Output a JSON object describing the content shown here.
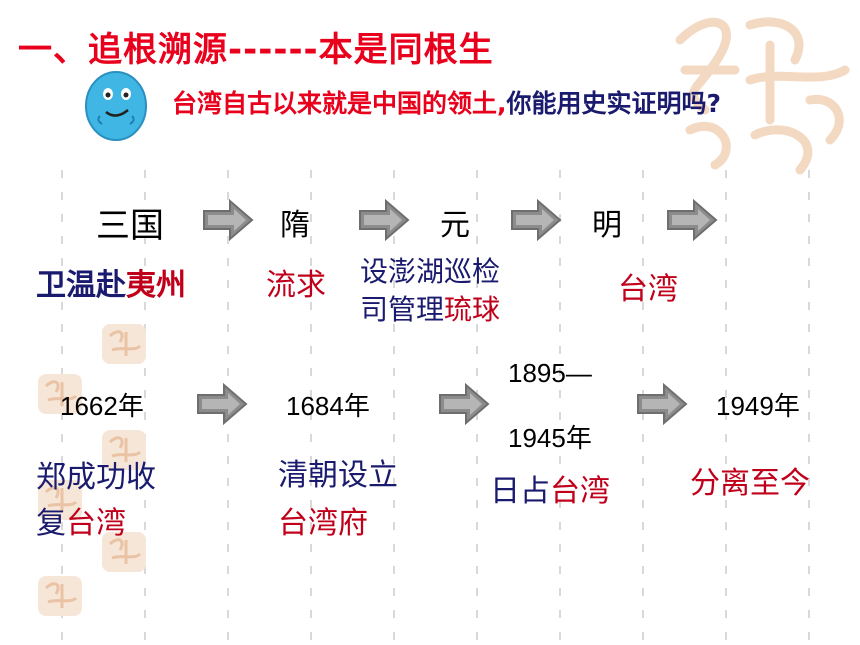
{
  "title": "一、追根溯源------本是同根生",
  "question": {
    "part1": "台湾自古以来就是中国的领土,",
    "part2": "你能用史实证明吗?"
  },
  "dynasties": [
    {
      "era": "三国",
      "event_parts": [
        {
          "t": "卫温赴",
          "c": "navy"
        },
        {
          "t": "夷州",
          "c": "red"
        }
      ]
    },
    {
      "era": "隋",
      "event_parts": [
        {
          "t": "流求",
          "c": "red"
        }
      ]
    },
    {
      "era": "元",
      "event_line1": "设澎湖巡检",
      "event_line2a": "司管理",
      "event_line2b": "琉球"
    },
    {
      "era": "明",
      "event_parts": [
        {
          "t": "台湾",
          "c": "red"
        }
      ]
    }
  ],
  "years": [
    {
      "year": "1662年",
      "event_line1": "郑成功收",
      "event_line2a": "复",
      "event_line2b": "台湾"
    },
    {
      "year": "1684年",
      "event_line1": "清朝设立",
      "event_line2": "台湾府"
    },
    {
      "year_start": "1895—",
      "year_end": "1945年",
      "event_a": "日占",
      "event_b": "台湾"
    },
    {
      "year": "1949年",
      "event": "分离至今"
    }
  ],
  "colors": {
    "title_red": "#e8001c",
    "navy": "#1a1a6e",
    "event_red": "#c0001a",
    "arrow_gray": "#8c8c8c"
  }
}
